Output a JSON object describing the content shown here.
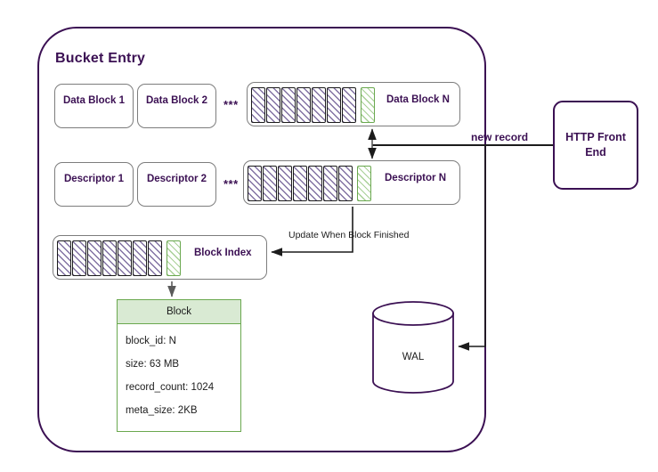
{
  "diagram": {
    "title": "Bucket Entry"
  },
  "bucket": {
    "title": "Bucket Entry",
    "data_blocks": [
      {
        "label": "Data Block 1"
      },
      {
        "label": "Data Block 2"
      }
    ],
    "data_block_separator": "***",
    "data_block_n": {
      "label": "Data Block N",
      "filled_cells": 7,
      "active_cells": 1
    },
    "descriptors": [
      {
        "label": "Descriptor 1"
      },
      {
        "label": "Descriptor 2"
      }
    ],
    "descriptor_separator": "***",
    "descriptor_n": {
      "label": "Descriptor N",
      "filled_cells": 7,
      "active_cells": 1
    },
    "block_index": {
      "label": "Block Index",
      "filled_cells": 7,
      "active_cells": 1
    },
    "block_table": {
      "header": "Block",
      "rows": [
        "block_id: N",
        "size: 63 MB",
        "record_count: 1024",
        "meta_size: 2KB"
      ]
    },
    "wal": {
      "label": "WAL"
    }
  },
  "external": {
    "http_front_end": {
      "label": "HTTP Front End"
    }
  },
  "connectors": {
    "new_record": "new record",
    "update_when_block_finished": "Update When Block Finished"
  },
  "colors": {
    "purple": "#3b1053",
    "grey_border": "#7d7d7d",
    "green_border": "#6aa84f",
    "green_fill": "#d9ead3",
    "hatch_purple": "#7b6a9e",
    "black": "#1c1c1c"
  }
}
